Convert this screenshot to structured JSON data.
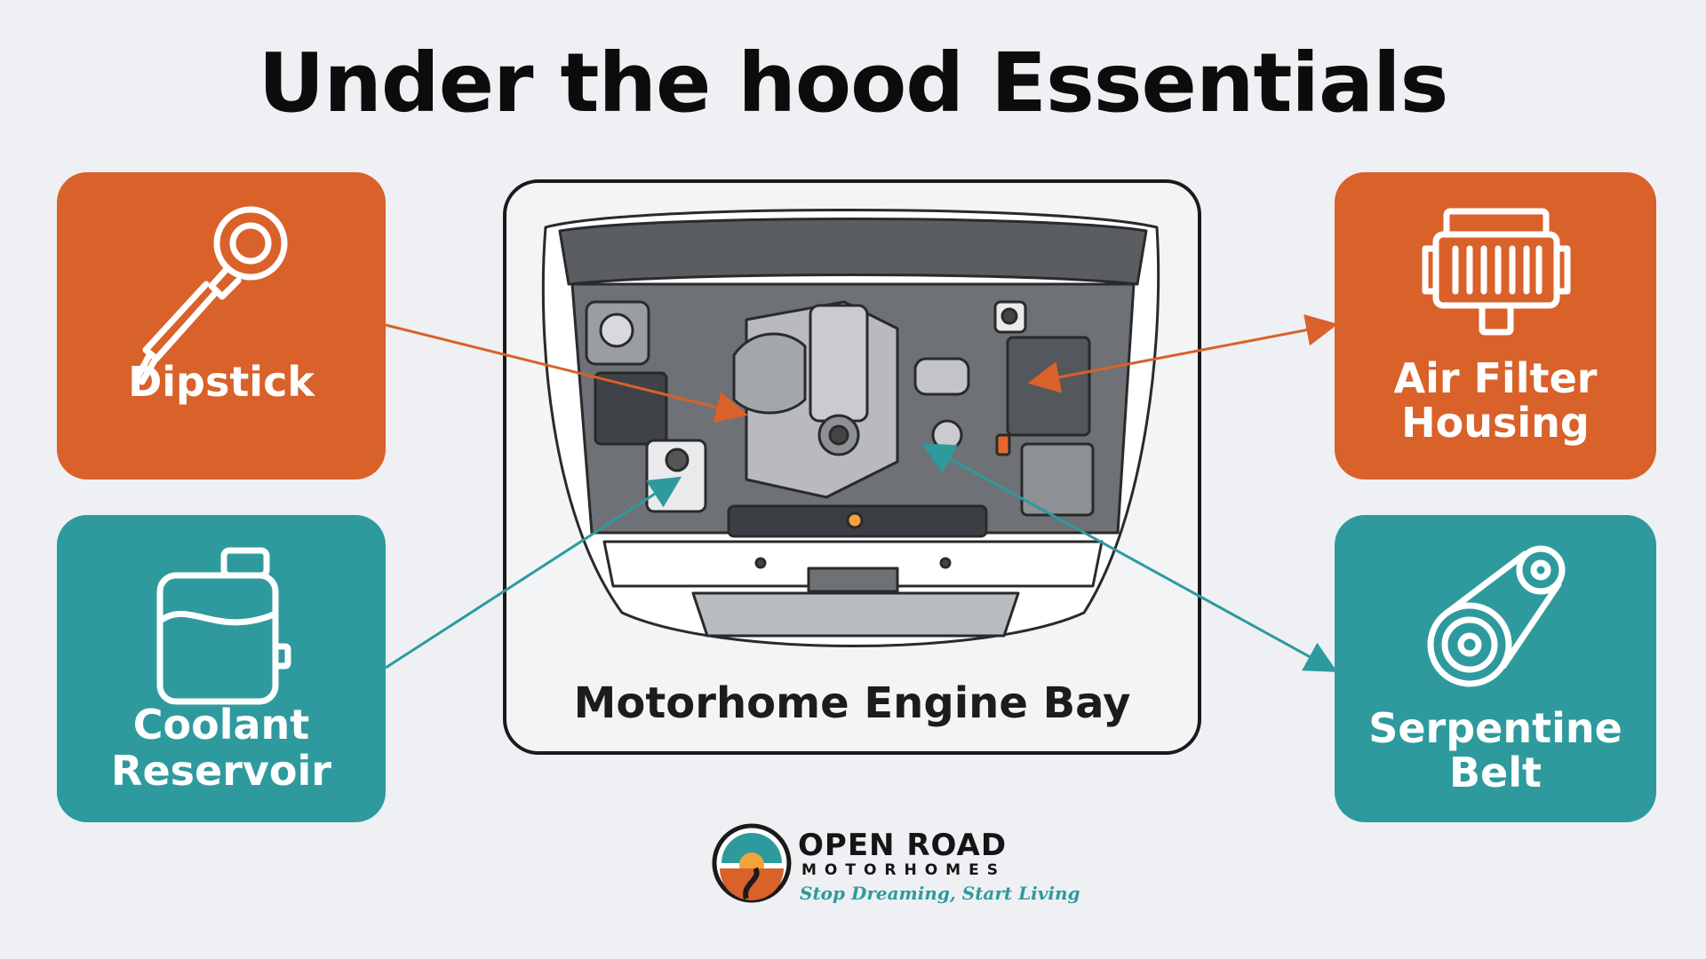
{
  "title": "Under the hood Essentials",
  "center": {
    "caption": "Motorhome Engine Bay"
  },
  "cards": {
    "dipstick": {
      "label": "Dipstick",
      "icon": "dipstick-icon",
      "color": "#d9612a"
    },
    "air_filter": {
      "label_line1": "Air Filter",
      "label_line2": "Housing",
      "icon": "air-filter-icon",
      "color": "#d9612a"
    },
    "coolant": {
      "label_line1": "Coolant",
      "label_line2": "Reservoir",
      "icon": "coolant-tank-icon",
      "color": "#2e9a9d"
    },
    "serpentine": {
      "label_line1": "Serpentine",
      "label_line2": "Belt",
      "icon": "belt-pulley-icon",
      "color": "#2e9a9d"
    }
  },
  "brand": {
    "name": "OPEN ROAD",
    "sub": "MOTORHOMES",
    "tagline": "Stop Dreaming, Start Living"
  }
}
